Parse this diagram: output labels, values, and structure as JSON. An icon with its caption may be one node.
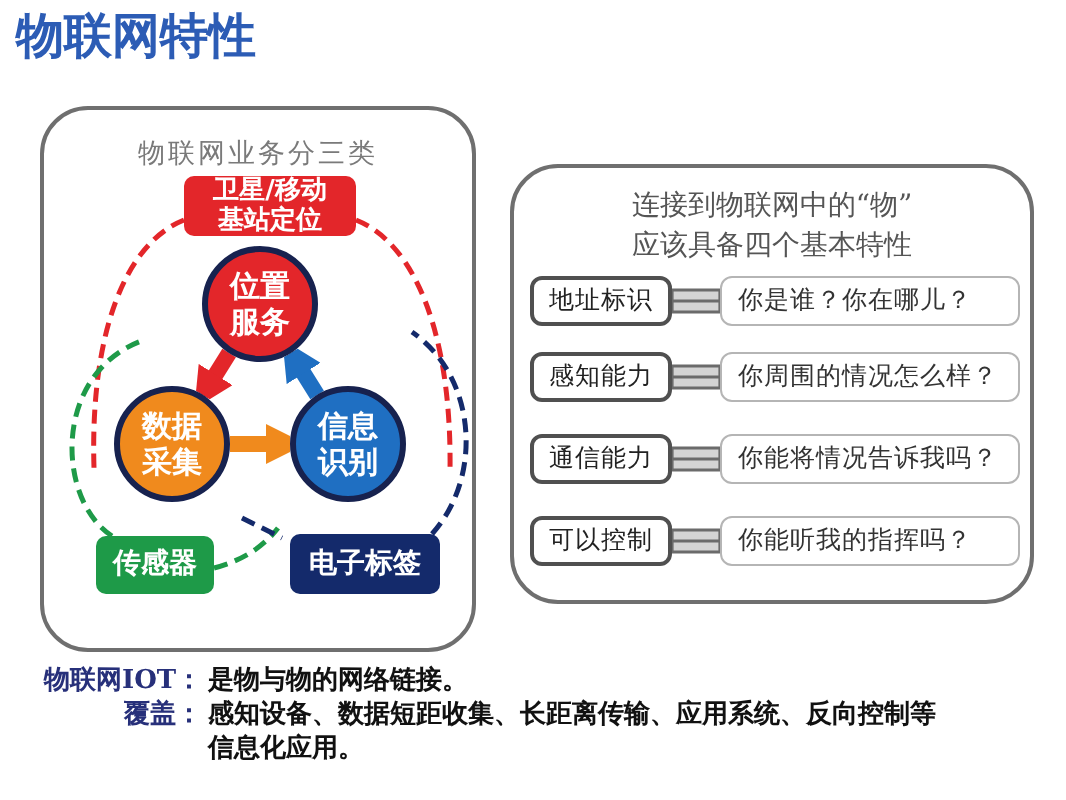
{
  "diagram": {
    "title": "物联网特性",
    "nodes": [
      {
        "text": [
          "物联网业务分三类"
        ]
      },
      {
        "text": [
          "卫星/移动基站定位"
        ],
        "in": 0
      },
      {
        "text": [
          "位置服务"
        ],
        "in": 0
      },
      {
        "text": [
          "数据采集"
        ],
        "in": 0
      },
      {
        "text": [
          "信息识别"
        ],
        "in": 0
      },
      {
        "text": [
          "传感器"
        ],
        "in": 0
      },
      {
        "text": [
          "电子标签"
        ],
        "in": 0
      },
      {
        "text": [
          "连接到物联网中的“物”应该具备四个基本特性"
        ]
      },
      {
        "text": [
          "地址标识"
        ],
        "in": 7
      },
      {
        "text": [
          "你是谁？你在哪儿？"
        ],
        "in": 7
      },
      {
        "text": [
          "感知能力"
        ],
        "in": 7
      },
      {
        "text": [
          "你周围的情况怎么样？"
        ],
        "in": 7
      },
      {
        "text": [
          "通信能力"
        ],
        "in": 7
      },
      {
        "text": [
          "你能将情况告诉我吗？"
        ],
        "in": 7
      },
      {
        "text": [
          "可以控制"
        ],
        "in": 7
      },
      {
        "text": [
          "你能听我的指挥吗？"
        ],
        "in": 7
      }
    ],
    "edges": [
      {
        "from": 2,
        "to": 3,
        "arrow": "to",
        "style": "thick",
        "color": "#e3262a"
      },
      {
        "from": 3,
        "to": 4,
        "arrow": "to",
        "style": "thick",
        "color": "#f08a1d"
      },
      {
        "from": 4,
        "to": 2,
        "arrow": "to",
        "style": "thick",
        "color": "#1f6fc2"
      },
      {
        "from": 8,
        "to": 9,
        "arrow": "none"
      },
      {
        "from": 10,
        "to": 11,
        "arrow": "none"
      },
      {
        "from": 12,
        "to": 13,
        "arrow": "none"
      },
      {
        "from": 14,
        "to": 15,
        "arrow": "none"
      }
    ],
    "labels": [
      "物联网IOT：",
      "是物与物的网络链接。",
      "覆盖：",
      "感知设备、数据短距收集、长距离传输、应用系统、反向控制等信息化应用。"
    ]
  }
}
